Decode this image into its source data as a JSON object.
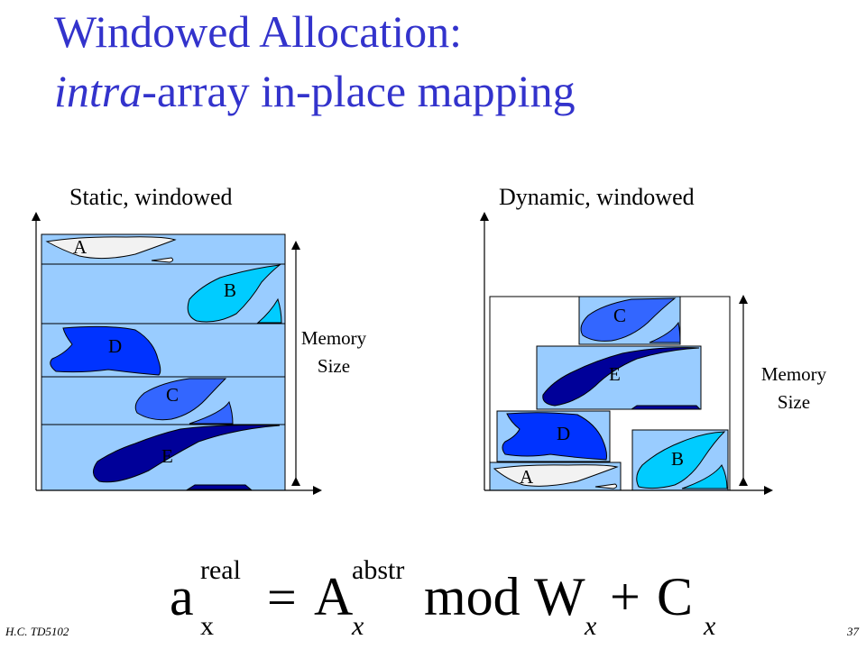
{
  "title": {
    "line1": "Windowed Allocation:",
    "line2_italic": "intra",
    "line2_rest": "-array in-place mapping"
  },
  "static_panel": {
    "heading": "Static, windowed",
    "memory_line1": "Memory",
    "memory_line2": "Size",
    "labels": [
      "A",
      "B",
      "D",
      "C",
      "E"
    ]
  },
  "dynamic_panel": {
    "heading": "Dynamic,  windowed",
    "memory_line1": "Memory",
    "memory_line2": "Size",
    "labels": [
      "C",
      "E",
      "D",
      "B",
      "A"
    ]
  },
  "formula": {
    "a": "a",
    "real": "real",
    "x_sub1": "x",
    "equals": "=",
    "A": "A",
    "abstr": "abstr",
    "x_sub2": "x",
    "mod": "mod",
    "W": "W",
    "x_sub3": "x",
    "plus": "+",
    "C": "C",
    "x_sub4": "x"
  },
  "footer": {
    "author": "H.C.   TD5102",
    "page": "37"
  },
  "colors": {
    "title": "#3333cc",
    "window_fill": "#99ccff",
    "light": "#f2f2f2",
    "cyan": "#00ccff",
    "blue": "#0033ff",
    "mid": "#3366ff",
    "navy": "#000099"
  }
}
